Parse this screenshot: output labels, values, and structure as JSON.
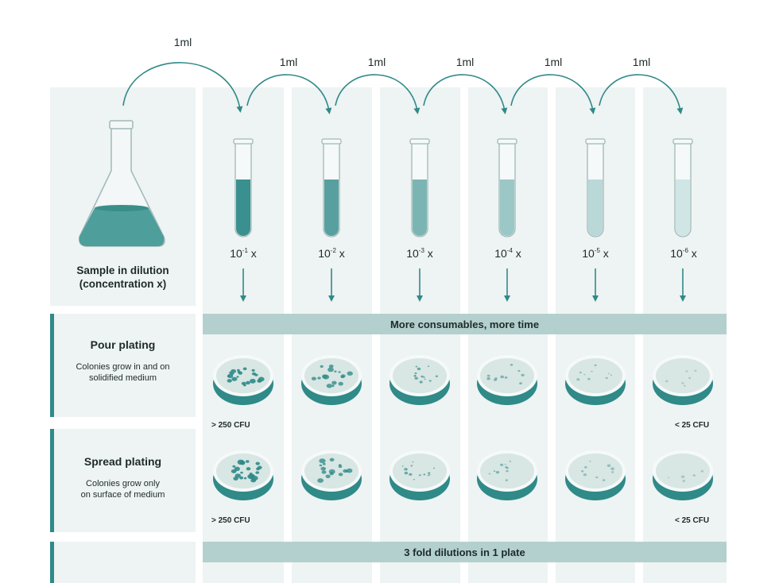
{
  "transfers": {
    "first": "1ml",
    "serial": [
      "1ml",
      "1ml",
      "1ml",
      "1ml",
      "1ml"
    ]
  },
  "sample": {
    "line1": "Sample in dilution",
    "line2": "(concentration x)"
  },
  "dilutions": [
    {
      "base": "10",
      "exp": "-1",
      "suffix": "x"
    },
    {
      "base": "10",
      "exp": "-2",
      "suffix": "x"
    },
    {
      "base": "10",
      "exp": "-3",
      "suffix": "x"
    },
    {
      "base": "10",
      "exp": "-4",
      "suffix": "x"
    },
    {
      "base": "10",
      "exp": "-5",
      "suffix": "x"
    },
    {
      "base": "10",
      "exp": "-6",
      "suffix": "x"
    }
  ],
  "band_top": "More consumables, more time",
  "band_bottom": "3 fold dilutions in 1 plate",
  "pour": {
    "title": "Pour plating",
    "desc1": "Colonies grow in and on",
    "desc2": "solidified medium",
    "cfu_high": "> 250 CFU",
    "cfu_low": "< 25 CFU"
  },
  "spread": {
    "title": "Spread plating",
    "desc1": "Colonies grow only",
    "desc2": "on surface of medium",
    "cfu_high": "> 250 CFU",
    "cfu_low": "< 25 CFU"
  },
  "colors": {
    "teal": "#2f8a88",
    "panel": "#eef3f3",
    "band": "#b3d0ce",
    "plate": "#d8e6e4"
  },
  "icons": [
    "flask-icon",
    "test-tube-icon",
    "petri-dish-icon",
    "arrow-down-icon",
    "transfer-arc-icon"
  ]
}
